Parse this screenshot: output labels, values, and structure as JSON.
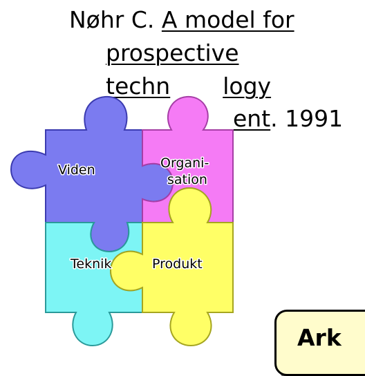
{
  "citation": {
    "author": "Nøhr C.",
    "title_line1": "A model for",
    "title_line2": "prospective",
    "title_line3_visible_start": "techn",
    "title_line3_visible_end": "logy",
    "title_line4_visible_end": "ent",
    "year": ". 1991"
  },
  "puzzle": {
    "pieces": [
      {
        "id": "viden",
        "label": "Viden",
        "color": "#7b7bf0"
      },
      {
        "id": "organisation",
        "label_line1": "Organi-",
        "label_line2": "sation",
        "color": "#f57bf5"
      },
      {
        "id": "teknik",
        "label": "Teknik",
        "color": "#7df5f5"
      },
      {
        "id": "produkt",
        "label": "Produkt",
        "color": "#ffff66"
      }
    ]
  },
  "callout": {
    "text": "Ark"
  }
}
